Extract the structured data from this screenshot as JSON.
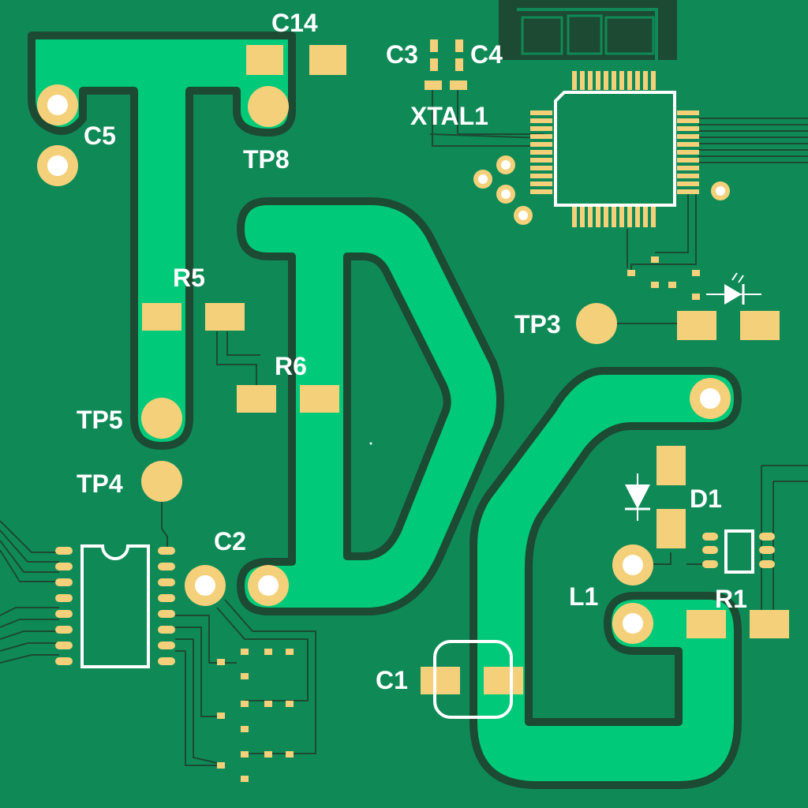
{
  "board": {
    "background": "#0f8a57",
    "pour_color": "#00c979",
    "pad_color": "#f5d07a",
    "silk_color": "#ffffff",
    "keepout_color": "#1c4a32"
  },
  "labels": {
    "c14": "C14",
    "c3": "C3",
    "c4": "C4",
    "xtal1": "XTAL1",
    "c5": "C5",
    "tp8": "TP8",
    "r5": "R5",
    "r6": "R6",
    "tp5": "TP5",
    "tp4": "TP4",
    "tp3": "TP3",
    "c2": "C2",
    "d1": "D1",
    "l1": "L1",
    "r1": "R1",
    "c1": "C1"
  },
  "icons": {
    "led": "led-icon",
    "diode": "diode-icon"
  }
}
